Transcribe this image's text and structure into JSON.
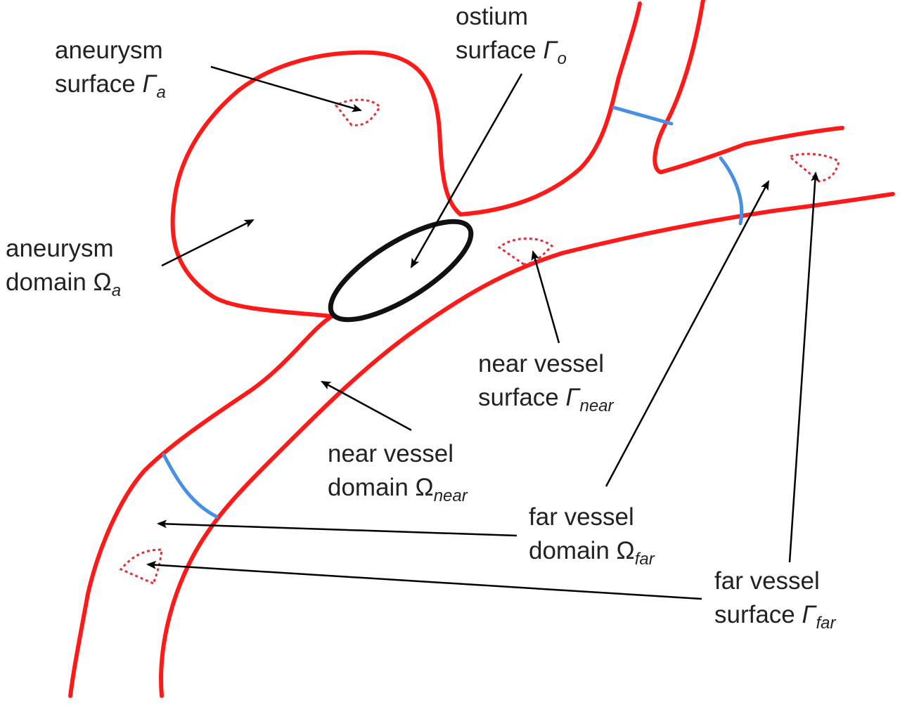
{
  "colors": {
    "vessel_wall": "#ff1a1a",
    "outlet_boundary": "#4a90e2",
    "ostium": "#111111",
    "surface_patch": "#e0303a",
    "text": "#222222",
    "background": "#ffffff"
  },
  "labels": {
    "aneurysm_surface": {
      "line1": "aneurysm",
      "line2": "surface ",
      "symbol": "Γ",
      "subscript": "a"
    },
    "ostium_surface": {
      "line1": "ostium",
      "line2": "surface ",
      "symbol": "Γ",
      "subscript": "o"
    },
    "aneurysm_domain": {
      "line1": "aneurysm",
      "line2": "domain ",
      "symbol": "Ω",
      "subscript": "a"
    },
    "near_vessel_surface": {
      "line1": "near vessel",
      "line2": "surface ",
      "symbol": "Γ",
      "subscript": "near"
    },
    "near_vessel_domain": {
      "line1": "near vessel",
      "line2": "domain ",
      "symbol": "Ω",
      "subscript": "near"
    },
    "far_vessel_domain": {
      "line1": "far vessel",
      "line2": "domain ",
      "symbol": "Ω",
      "subscript": "far"
    },
    "far_vessel_surface": {
      "line1": "far vessel",
      "line2": "surface ",
      "symbol": "Γ",
      "subscript": "far"
    }
  }
}
